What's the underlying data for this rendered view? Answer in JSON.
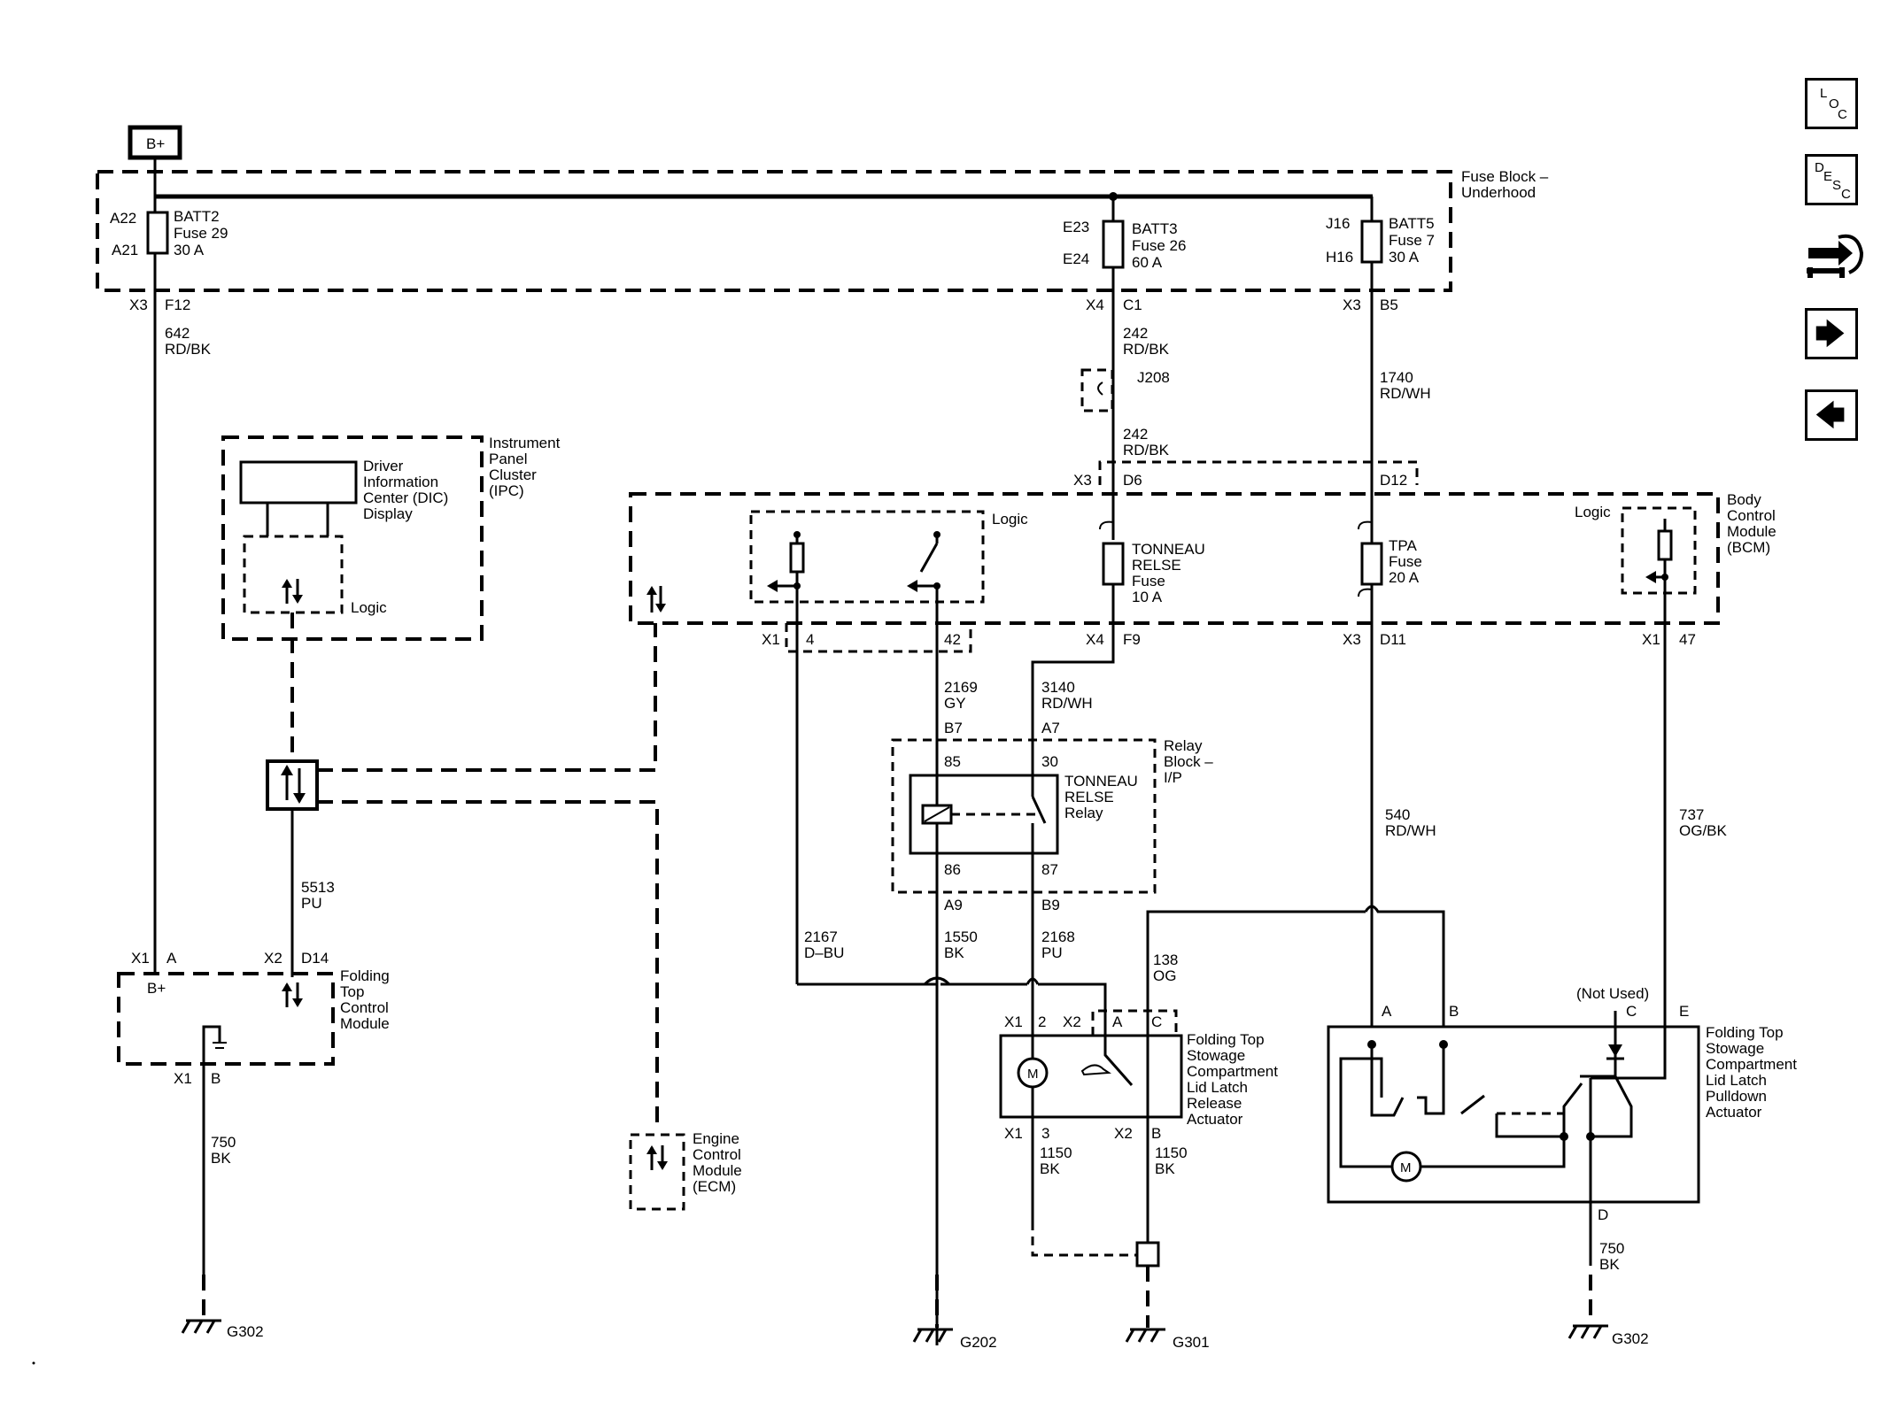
{
  "nav": {
    "loc": [
      "L",
      "O",
      "C"
    ],
    "desc": [
      "D",
      "E",
      "S",
      "C"
    ],
    "next_arrow": "🡆",
    "prev_arrow": "🡄"
  },
  "top": {
    "bplus": "B+",
    "fuse_block": [
      "Fuse Block –",
      "Underhood"
    ]
  },
  "fuses": {
    "batt2": [
      "BATT2",
      "Fuse 29",
      "30 A"
    ],
    "batt2_in": "A22",
    "batt2_out": "A21",
    "batt2_conn": "X3",
    "batt2_pin": "F12",
    "batt3": [
      "BATT3",
      "Fuse 26",
      "60 A"
    ],
    "batt3_in": "E23",
    "batt3_out": "E24",
    "batt3_conn": "X4",
    "batt3_pin": "C1",
    "batt5": [
      "BATT5",
      "Fuse 7",
      "30 A"
    ],
    "batt5_in": "J16",
    "batt5_out": "H16",
    "batt5_conn": "X3",
    "batt5_pin": "B5"
  },
  "wires": {
    "w642": [
      "642",
      "RD/BK"
    ],
    "w242a": [
      "242",
      "RD/BK"
    ],
    "j208": "J208",
    "w242b": [
      "242",
      "RD/BK"
    ],
    "w1740": [
      "1740",
      "RD/WH"
    ],
    "w2169": [
      "2169",
      "GY"
    ],
    "w3140": [
      "3140",
      "RD/WH"
    ],
    "w540": [
      "540",
      "RD/WH"
    ],
    "w737": [
      "737",
      "OG/BK"
    ],
    "w5513": [
      "5513",
      "PU"
    ],
    "w2167": [
      "2167",
      "D–BU"
    ],
    "w1550": [
      "1550",
      "BK"
    ],
    "w2168": [
      "2168",
      "PU"
    ],
    "w138": [
      "138",
      "OG"
    ],
    "w750a": [
      "750",
      "BK"
    ],
    "w1150a": [
      "1150",
      "BK"
    ],
    "w1150b": [
      "1150",
      "BK"
    ],
    "w750b": [
      "750",
      "BK"
    ]
  },
  "ipc": {
    "title": [
      "Instrument",
      "Panel",
      "Cluster",
      "(IPC)"
    ],
    "dic": [
      "Driver",
      "Information",
      "Center (DIC)",
      "Display"
    ],
    "logic": "Logic"
  },
  "bcm": {
    "title": [
      "Body",
      "Control",
      "Module",
      "(BCM)"
    ],
    "logic1": "Logic",
    "logic2": "Logic",
    "conn_d6": "X3",
    "pin_d6": "D6",
    "pin_d12": "D12",
    "tonneau_fuse": [
      "TONNEAU",
      "RELSE",
      "Fuse",
      "10 A"
    ],
    "tpa_fuse": [
      "TPA",
      "Fuse",
      "20 A"
    ],
    "x1_4": "X1",
    "pin4": "4",
    "pin42": "42",
    "x4_f9": "X4",
    "pin_f9": "F9",
    "x3_d11": "X3",
    "pin_d11": "D11",
    "x1_47": "X1",
    "pin47": "47"
  },
  "relay": {
    "block": [
      "Relay",
      "Block –",
      "I/P"
    ],
    "name": [
      "TONNEAU",
      "RELSE",
      "Relay"
    ],
    "b7": "B7",
    "a7": "A7",
    "p85": "85",
    "p30": "30",
    "p86": "86",
    "p87": "87",
    "a9": "A9",
    "b9": "B9"
  },
  "ftcm": {
    "title": [
      "Folding",
      "Top",
      "Control",
      "Module"
    ],
    "x1": "X1",
    "pa": "A",
    "x2": "X2",
    "pd14": "D14",
    "bplus": "B+",
    "x1b": "X1",
    "pb": "B"
  },
  "ecm": {
    "title": [
      "Engine",
      "Control",
      "Module",
      "(ECM)"
    ]
  },
  "release": {
    "title": [
      "Folding Top",
      "Stowage",
      "Compartment",
      "Lid Latch",
      "Release",
      "Actuator"
    ],
    "x1": "X1",
    "p2": "2",
    "x2": "X2",
    "pa": "A",
    "pc": "C",
    "x1b": "X1",
    "p3": "3",
    "x2b": "X2",
    "pb": "B",
    "motor": "M"
  },
  "pulldown": {
    "title": [
      "Folding Top",
      "Stowage",
      "Compartment",
      "Lid Latch",
      "Pulldown",
      "Actuator"
    ],
    "pa": "A",
    "pb": "B",
    "not_used": "(Not Used)",
    "pc": "C",
    "pe": "E",
    "pd": "D",
    "motor": "M"
  },
  "grounds": {
    "g302a": "G302",
    "g202": "G202",
    "g301": "G301",
    "g302b": "G302"
  }
}
